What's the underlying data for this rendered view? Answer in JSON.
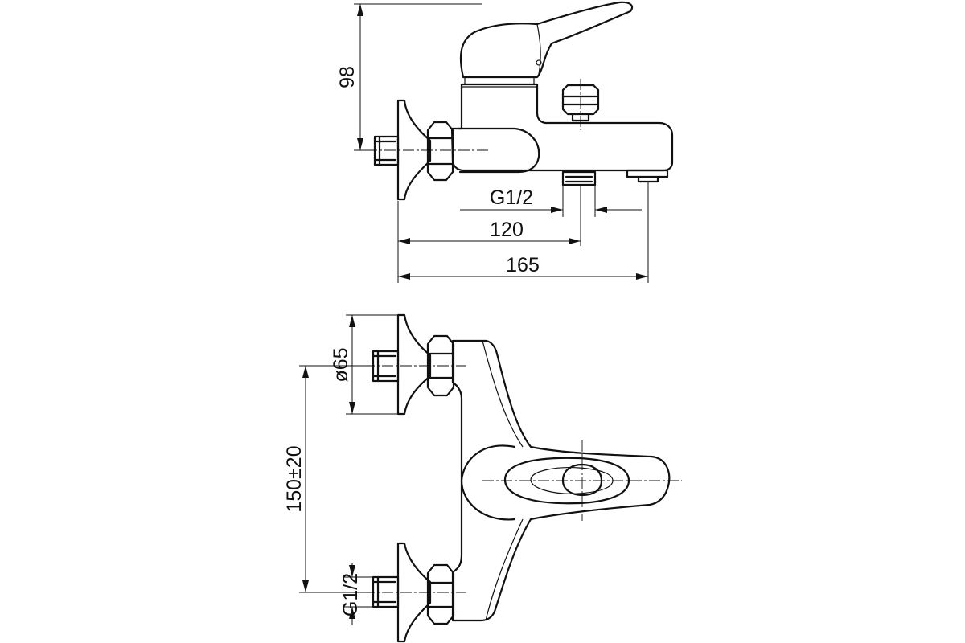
{
  "dimensions": {
    "side_view": {
      "height": "98",
      "thread": "G1/2",
      "spout_outlet_distance": "120",
      "overall_depth": "165"
    },
    "front_view": {
      "flange_diameter": "ø65",
      "center_distance": "150±20",
      "thread": "G1/2"
    }
  }
}
